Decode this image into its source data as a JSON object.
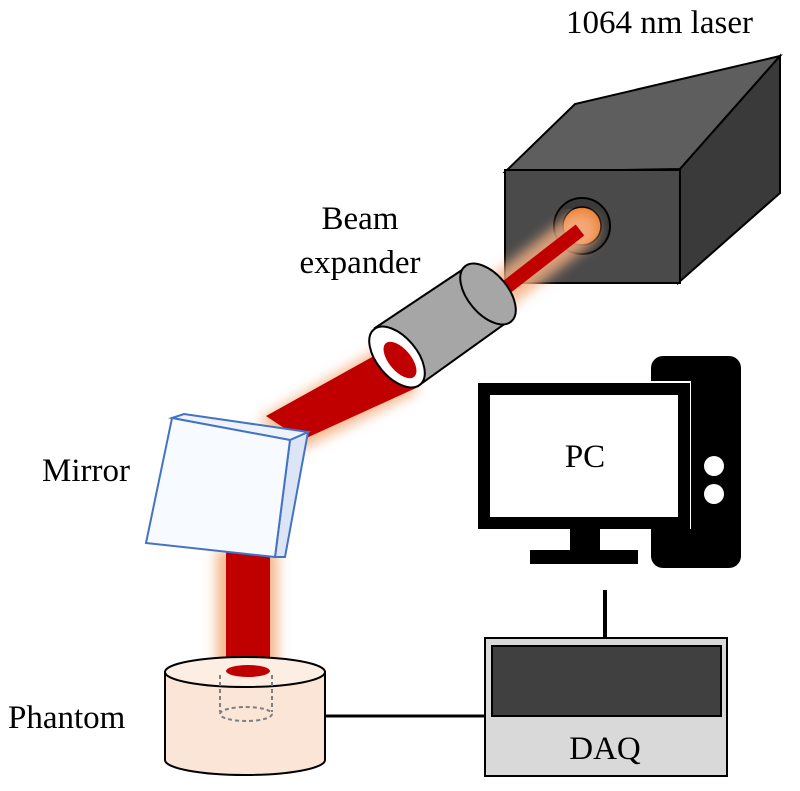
{
  "labels": {
    "laser": "1064 nm laser",
    "beam_expander_line1": "Beam",
    "beam_expander_line2": "expander",
    "mirror": "Mirror",
    "pc": "PC",
    "phantom": "Phantom",
    "daq": "DAQ"
  },
  "colors": {
    "beam": "#c00000",
    "beam_glow": "#f4b183",
    "laser_body_front": "#4a4a4a",
    "laser_body_top": "#5e5e5e",
    "laser_body_side": "#3a3a3a",
    "laser_aperture": "#ed7d31",
    "expander": "#a6a6a6",
    "mirror_face": "#f7faff",
    "mirror_edge": "#4472c4",
    "pc": "#000000",
    "daq_box": "#d9d9d9",
    "daq_screen": "#404040",
    "phantom": "#fbe5d6"
  }
}
